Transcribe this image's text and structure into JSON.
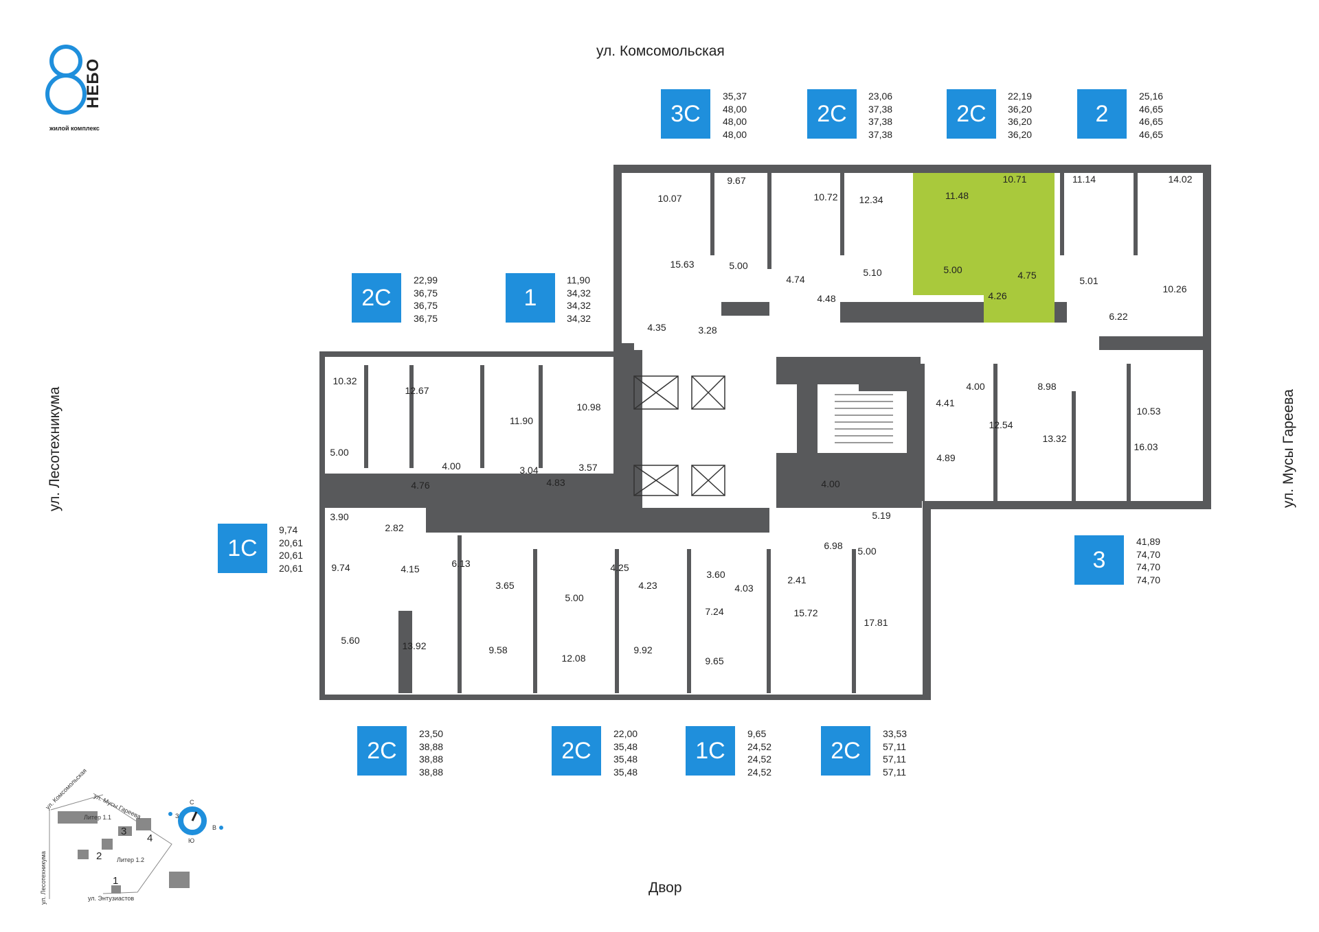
{
  "logo": {
    "digit": "8",
    "name": "НЕБО",
    "subtitle": "жилой комплекс",
    "accent": "#1f8fdc"
  },
  "streets": {
    "top": "ул. Комсомольская",
    "left": "ул. Лесотехникума",
    "right": "ул. Мусы Гареева",
    "bottom": "Двор"
  },
  "colors": {
    "badge": "#1f8fdc",
    "wall": "#58595b",
    "highlight": "#a9c93c"
  },
  "apartments": [
    {
      "type": "3С",
      "areas": [
        "35,37",
        "48,00",
        "48,00",
        "48,00"
      ]
    },
    {
      "type": "2С",
      "areas": [
        "23,06",
        "37,38",
        "37,38",
        "37,38"
      ]
    },
    {
      "type": "2С",
      "areas": [
        "22,19",
        "36,20",
        "36,20",
        "36,20"
      ]
    },
    {
      "type": "2",
      "areas": [
        "25,16",
        "46,65",
        "46,65",
        "46,65"
      ]
    },
    {
      "type": "2С",
      "areas": [
        "22,99",
        "36,75",
        "36,75",
        "36,75"
      ]
    },
    {
      "type": "1",
      "areas": [
        "11,90",
        "34,32",
        "34,32",
        "34,32"
      ]
    },
    {
      "type": "1С",
      "areas": [
        "9,74",
        "20,61",
        "20,61",
        "20,61"
      ]
    },
    {
      "type": "3",
      "areas": [
        "41,89",
        "74,70",
        "74,70",
        "74,70"
      ]
    },
    {
      "type": "2С",
      "areas": [
        "23,50",
        "38,88",
        "38,88",
        "38,88"
      ]
    },
    {
      "type": "2С",
      "areas": [
        "22,00",
        "35,48",
        "35,48",
        "35,48"
      ]
    },
    {
      "type": "1С",
      "areas": [
        "9,65",
        "24,52",
        "24,52",
        "24,52"
      ]
    },
    {
      "type": "2С",
      "areas": [
        "33,53",
        "57,11",
        "57,11",
        "57,11"
      ]
    }
  ],
  "rooms": [
    "10.07",
    "9.67",
    "10.72",
    "12.34",
    "11.48",
    "10.71",
    "11.14",
    "14.02",
    "15.63",
    "5.00",
    "4.74",
    "4.48",
    "5.10",
    "5.00",
    "4.26",
    "4.75",
    "5.01",
    "6.22",
    "10.26",
    "4.35",
    "3.28",
    "10.32",
    "12.67",
    "11.90",
    "10.98",
    "4.00",
    "3.04",
    "4.83",
    "3.57",
    "5.00",
    "4.76",
    "4.41",
    "4.00",
    "8.98",
    "10.53",
    "12.54",
    "13.32",
    "4.89",
    "16.03",
    "3.90",
    "2.82",
    "9.74",
    "4.15",
    "6.13",
    "4.25",
    "3.65",
    "4.23",
    "3.60",
    "4.03",
    "2.41",
    "4.00",
    "5.19",
    "6.98",
    "5.00",
    "5.00",
    "7.24",
    "15.72",
    "17.81",
    "5.60",
    "13.92",
    "9.58",
    "12.08",
    "9.92",
    "9.65"
  ],
  "minimap": {
    "streets": [
      "ул. Комсомольская",
      "ул. Мусы Гареева",
      "ул. Лесотехникума",
      "ул. Энтузиастов"
    ],
    "liters": [
      "Литер 1.1",
      "Литер 1.2"
    ],
    "sections": [
      "3",
      "4",
      "2",
      "1"
    ],
    "compass": [
      "С",
      "З",
      "В",
      "Ю"
    ]
  }
}
